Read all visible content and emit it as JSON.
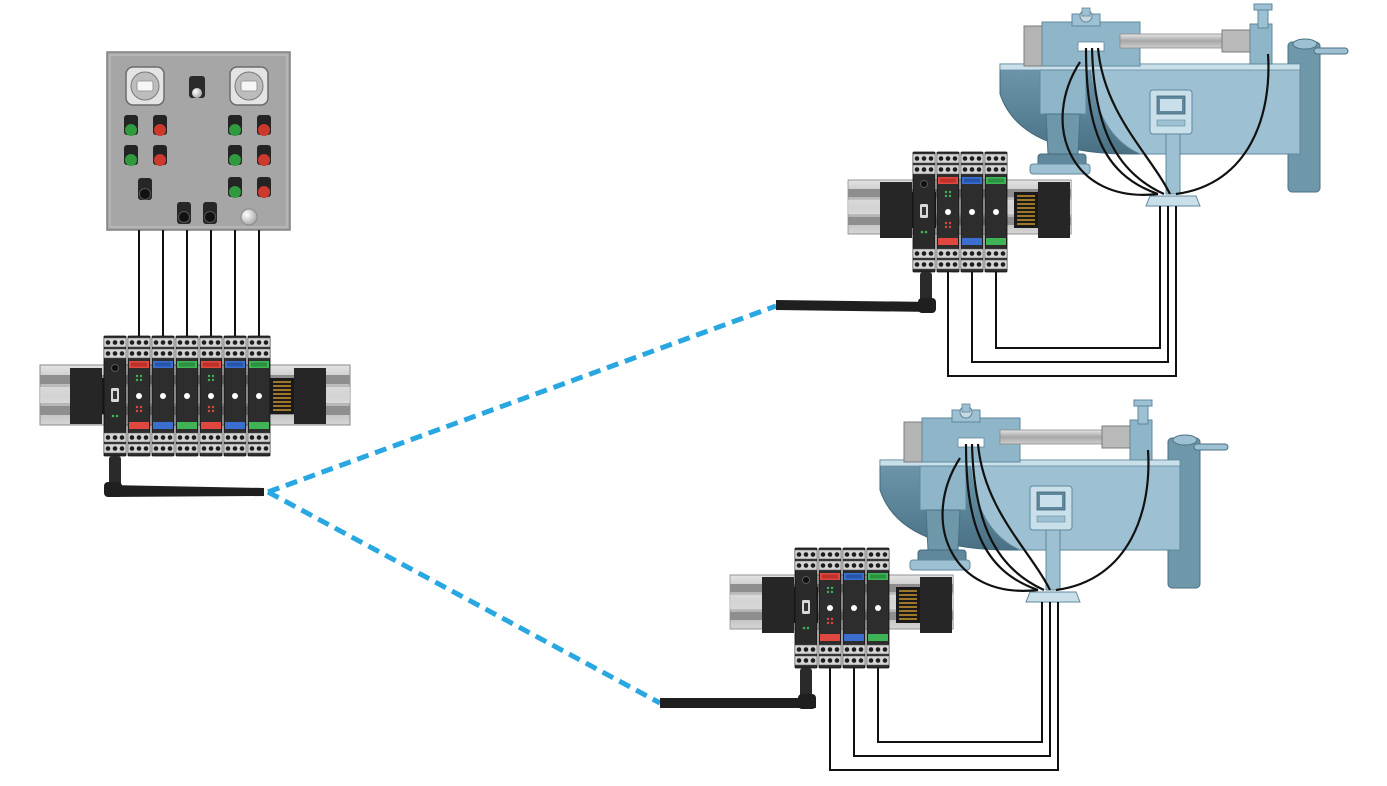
{
  "colors": {
    "background": "#ffffff",
    "panel_face": "#a5a5a5",
    "panel_border": "#8a8a8a",
    "indicator_green": "#2f9a3e",
    "indicator_red": "#cc3a2e",
    "knob_black": "#1c1c1c",
    "pushbutton_white": "#e8e8e8",
    "wire": "#111111",
    "din_rail": "#b9b9b9",
    "din_rail_dark": "#7c7c7c",
    "module_body": "#2e2e2e",
    "terminal_grey": "#d0d0d0",
    "band_red": "#e0473e",
    "band_blue": "#3a6fcf",
    "band_green": "#3fb457",
    "connector_gold": "#b88a2a",
    "antenna": "#1f1f1f",
    "radio_link": "#29a7e1",
    "machine_body": "#9dc1d2",
    "machine_dark": "#5f889c",
    "machine_light": "#c9e0ea",
    "machine_shaft": "#b3b3b3"
  },
  "icons": {
    "control_panel": "control-panel-icon",
    "io_module": "io-module-icon",
    "antenna": "antenna-icon",
    "machine": "tank-machine-icon",
    "radio_link": "wireless-link-icon"
  },
  "diagram": {
    "nodes": [
      {
        "id": "control-panel",
        "kind": "control_panel"
      },
      {
        "id": "base-station",
        "kind": "wireless_io_station",
        "modules": [
          "radio",
          "red",
          "blue",
          "green",
          "red",
          "blue",
          "green"
        ]
      },
      {
        "id": "remote-station-1",
        "kind": "wireless_io_station",
        "modules": [
          "radio",
          "red",
          "blue",
          "green"
        ]
      },
      {
        "id": "remote-station-2",
        "kind": "wireless_io_station",
        "modules": [
          "radio",
          "red",
          "blue",
          "green"
        ]
      },
      {
        "id": "machine-1",
        "kind": "machine"
      },
      {
        "id": "machine-2",
        "kind": "machine"
      }
    ],
    "links": [
      {
        "from": "control-panel",
        "to": "base-station",
        "type": "hardwired",
        "wires": 6
      },
      {
        "from": "base-station",
        "to": "remote-station-1",
        "type": "wireless"
      },
      {
        "from": "base-station",
        "to": "remote-station-2",
        "type": "wireless"
      },
      {
        "from": "remote-station-1",
        "to": "machine-1",
        "type": "hardwired",
        "wires": 3
      },
      {
        "from": "remote-station-2",
        "to": "machine-2",
        "type": "hardwired",
        "wires": 3
      }
    ]
  },
  "control_panel": {
    "selector_switches": 2,
    "indicator_rows": [
      [
        "green",
        "red",
        "green",
        "red"
      ],
      [
        "green",
        "red",
        "green",
        "red"
      ],
      [
        "green",
        "red"
      ]
    ],
    "key_switches": 3,
    "pushbuttons": 1
  }
}
